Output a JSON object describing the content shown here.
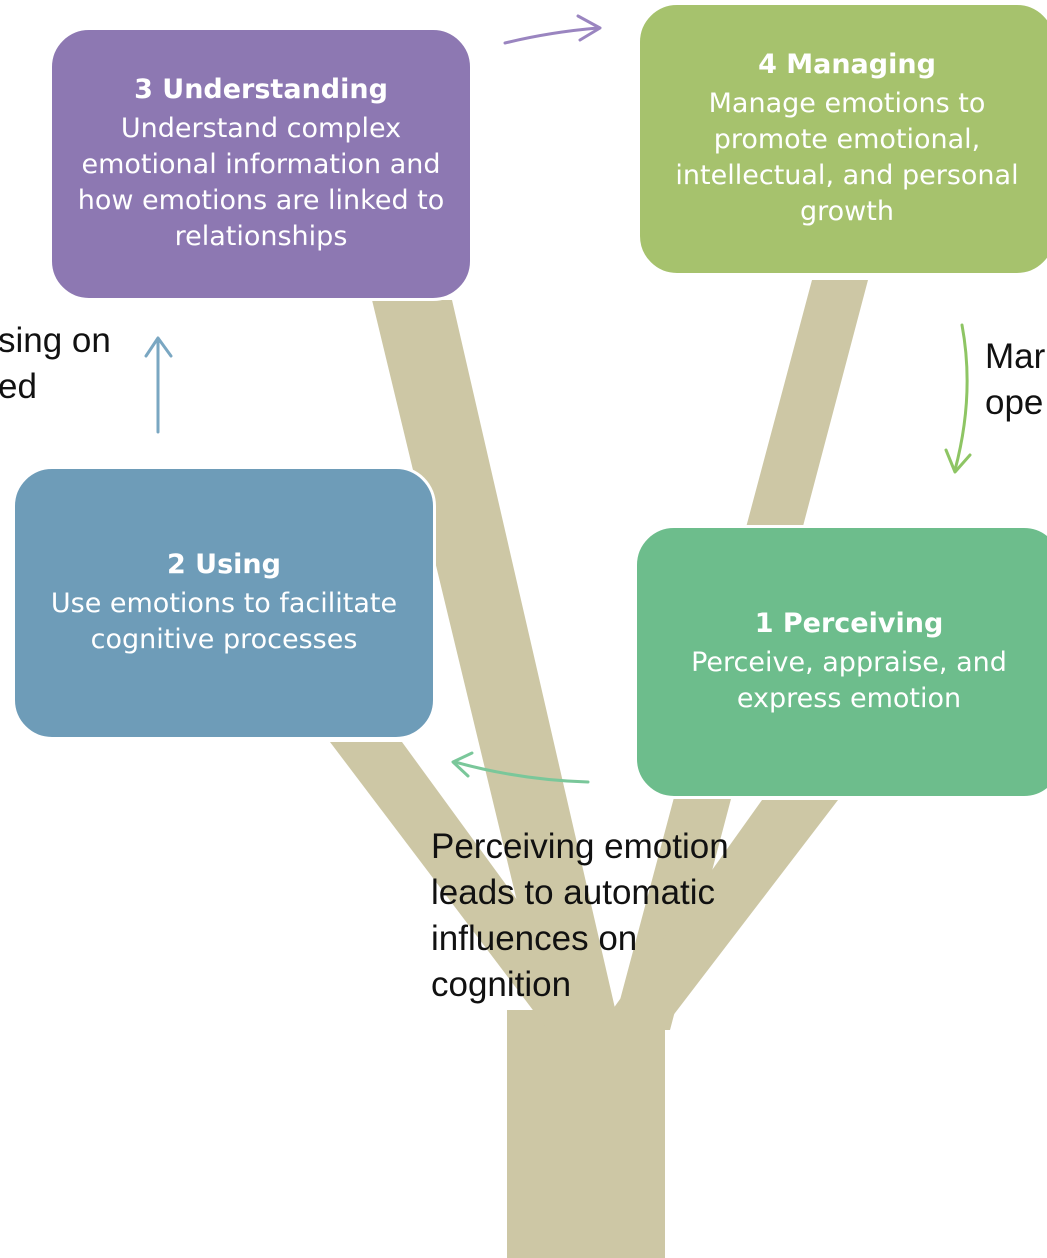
{
  "colors": {
    "trunk": "#cdc7a5",
    "understanding_box": "#8d78b2",
    "managing_box": "#a6c26d",
    "using_box": "#6e9cb8",
    "perceiving_box": "#6dbd8c",
    "arrow_purple": "#9a85c0",
    "arrow_green": "#8ec564",
    "arrow_blue": "#7aa7c2",
    "arrow_teal": "#7ac79a"
  },
  "boxes": {
    "understanding": {
      "title": "3 Understanding",
      "description": "Understand complex emotional information and how emotions are linked to relationships"
    },
    "managing": {
      "title": "4 Managing",
      "description": "Manage emotions to promote emotional, intellectual, and personal growth"
    },
    "using": {
      "title": "2  Using",
      "description": "Use emotions to facilitate cognitive processes"
    },
    "perceiving": {
      "title": "1 Perceiving",
      "description": "Perceive, appraise, and express emotion"
    }
  },
  "labels": {
    "left_partial": "sing on\ned",
    "right_partial": "Mar\nope",
    "bottom": "Perceiving emotion\nleads to automatic\ninfluences on\ncognition"
  }
}
